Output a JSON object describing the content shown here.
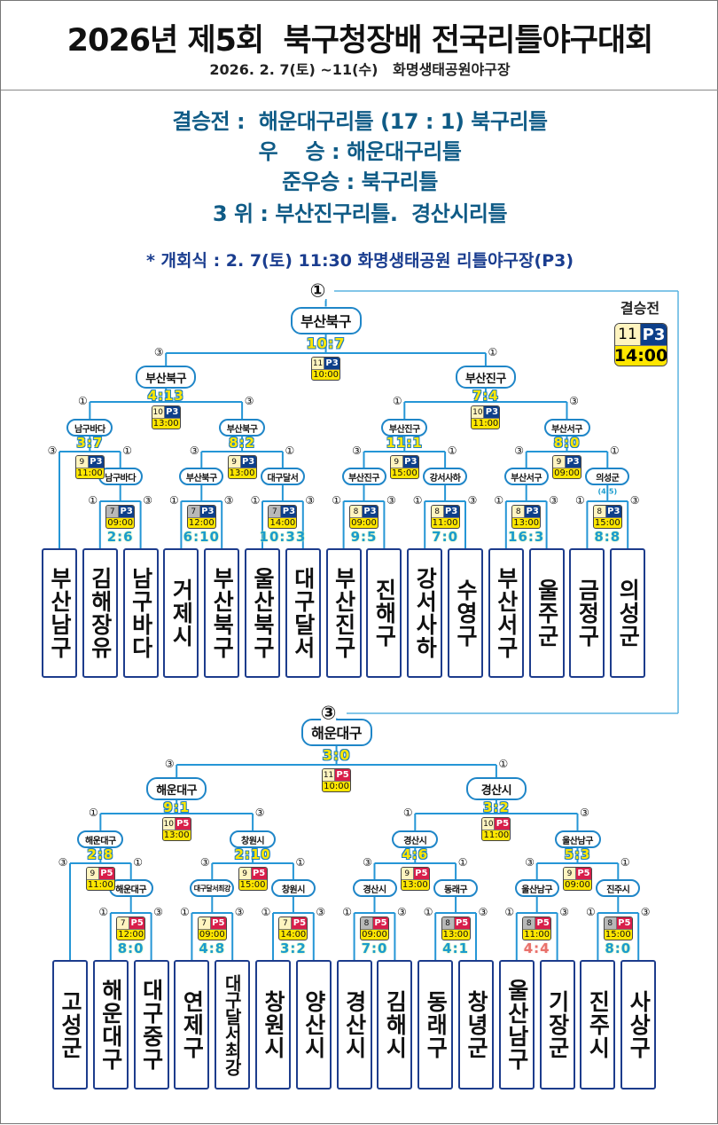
{
  "header": {
    "title": "2026년 제5회  북구청장배 전국리틀야구대회",
    "subtitle": "2026. 2. 7(토) ~11(수)   화명생태공원야구장"
  },
  "results": {
    "final": "결승전 :  해운대구리틀 (17 : 1) 북구리틀",
    "winner": "우    승 : 해운대구리틀",
    "runner_up": "준우승 : 북구리틀",
    "third": "3 위 : 부산진구리틀.  경산시리틀",
    "ceremony": "* 개회식 : 2. 7(토) 11:30 화명생태공원 리틀야구장(P3)"
  },
  "final_card": {
    "label": "결승전",
    "game": "11",
    "field": "P3",
    "time": "14:00"
  },
  "colors": {
    "line": "#2596d6",
    "P3": "#0d3f8a",
    "P5": "#d81e4a",
    "time_bg": "#ffe600",
    "results_text": "#0f5b86"
  },
  "brackets": [
    {
      "marker": "①",
      "teams": [
        "부산남구",
        "김해장유",
        "남구바다",
        "거제시",
        "부산북구",
        "울산북구",
        "대구달서",
        "부산진구",
        "진해구",
        "강서사하",
        "수영구",
        "부산서구",
        "울주군",
        "금정구",
        "의성군"
      ],
      "matches": [
        {
          "winner": "남구바다",
          "score": "2:6",
          "game": "7",
          "field": "P3",
          "time": "09:00",
          "marks": [
            "①",
            "③"
          ]
        },
        {
          "winner": "부산북구",
          "score": "6:10",
          "game": "7",
          "field": "P3",
          "time": "12:00",
          "marks": [
            "①",
            "③"
          ]
        },
        {
          "winner": "대구달서",
          "score": "10:33",
          "game": "7",
          "field": "P3",
          "time": "14:00",
          "marks": [
            "①",
            "③"
          ]
        },
        {
          "winner": "부산진구",
          "score": "9:5",
          "game": "8",
          "field": "P3",
          "time": "09:00",
          "marks": [
            "①",
            "③"
          ]
        },
        {
          "winner": "강서사하",
          "score": "7:0",
          "game": "8",
          "field": "P3",
          "time": "11:00",
          "marks": [
            "①",
            "③"
          ]
        },
        {
          "winner": "부산서구",
          "score": "16:3",
          "game": "8",
          "field": "P3",
          "time": "13:00",
          "marks": [
            "①",
            "③"
          ]
        },
        {
          "winner": "의성군",
          "score": "8:8",
          "note": "(4:5)",
          "game": "8",
          "field": "P3",
          "time": "15:00",
          "marks": [
            "①",
            "③"
          ]
        },
        {
          "winner": "남구바다",
          "score": "3:7",
          "game": "9",
          "field": "P3",
          "time": "11:00",
          "marks": [
            "③",
            "①"
          ]
        },
        {
          "winner": "부산북구",
          "score": "8:2",
          "game": "9",
          "field": "P3",
          "time": "13:00",
          "marks": [
            "③",
            "①"
          ]
        },
        {
          "winner": "부산진구",
          "score": "11:1",
          "game": "9",
          "field": "P3",
          "time": "15:00",
          "marks": [
            "③",
            "①"
          ]
        },
        {
          "winner": "부산서구",
          "score": "8:0",
          "game": "9",
          "field": "P3",
          "time": "09:00",
          "marks": [
            "③",
            "①"
          ]
        },
        {
          "winner": "부산북구",
          "score": "4:13",
          "game": "10",
          "field": "P3",
          "time": "13:00",
          "marks": [
            "①",
            "③"
          ]
        },
        {
          "winner": "부산진구",
          "score": "7:4",
          "game": "10",
          "field": "P3",
          "time": "11:00",
          "marks": [
            "①",
            "③"
          ]
        },
        {
          "winner": "부산북구",
          "score": "10:7",
          "game": "11",
          "field": "P3",
          "time": "10:00",
          "marks": [
            "③",
            "①"
          ]
        }
      ]
    },
    {
      "marker": "③",
      "teams": [
        "고성군",
        "해운대구",
        "대구중구",
        "연제구",
        "대구달서최강",
        "창원시",
        "양산시",
        "경산시",
        "김해시",
        "동래구",
        "창녕군",
        "울산남구",
        "기장군",
        "진주시",
        "사상구"
      ],
      "matches": [
        {
          "winner": "해운대구",
          "score": "8:0",
          "game": "7",
          "field": "P5",
          "time": "12:00",
          "marks": [
            "①",
            "③"
          ]
        },
        {
          "winner": "대구달서최강",
          "score": "4:8",
          "game": "7",
          "field": "P5",
          "time": "09:00",
          "marks": [
            "①",
            "③"
          ]
        },
        {
          "winner": "창원시",
          "score": "3:2",
          "game": "7",
          "field": "P5",
          "time": "14:00",
          "marks": [
            "①",
            "③"
          ]
        },
        {
          "winner": "경산시",
          "score": "7:0",
          "game": "8",
          "field": "P5",
          "time": "09:00",
          "marks": [
            "①",
            "③"
          ]
        },
        {
          "winner": "동래구",
          "score": "4:1",
          "game": "8",
          "field": "P5",
          "time": "13:00",
          "marks": [
            "①",
            "③"
          ]
        },
        {
          "winner": "울산남구",
          "score": "4:4",
          "game": "8",
          "field": "P5",
          "time": "11:00",
          "marks": [
            "①",
            "③"
          ]
        },
        {
          "winner": "진주시",
          "score": "8:0",
          "game": "8",
          "field": "P5",
          "time": "15:00",
          "marks": [
            "①",
            "③"
          ]
        },
        {
          "winner": "해운대구",
          "score": "2:8",
          "game": "9",
          "field": "P5",
          "time": "11:00",
          "marks": [
            "③",
            "①"
          ]
        },
        {
          "winner": "창원시",
          "score": "2:10",
          "game": "9",
          "field": "P5",
          "time": "15:00",
          "marks": [
            "③",
            "①"
          ]
        },
        {
          "winner": "경산시",
          "score": "4:6",
          "game": "9",
          "field": "P5",
          "time": "13:00",
          "marks": [
            "③",
            "①"
          ]
        },
        {
          "winner": "울산남구",
          "score": "5:3",
          "game": "9",
          "field": "P5",
          "time": "09:00",
          "marks": [
            "③",
            "①"
          ]
        },
        {
          "winner": "해운대구",
          "score": "9:1",
          "game": "10",
          "field": "P5",
          "time": "13:00",
          "marks": [
            "①",
            "③"
          ]
        },
        {
          "winner": "경산시",
          "score": "3:2",
          "game": "10",
          "field": "P5",
          "time": "11:00",
          "marks": [
            "①",
            "③"
          ]
        },
        {
          "winner": "해운대구",
          "score": "3:0",
          "game": "11",
          "field": "P5",
          "time": "10:00",
          "marks": [
            "③",
            "①"
          ]
        }
      ]
    }
  ]
}
